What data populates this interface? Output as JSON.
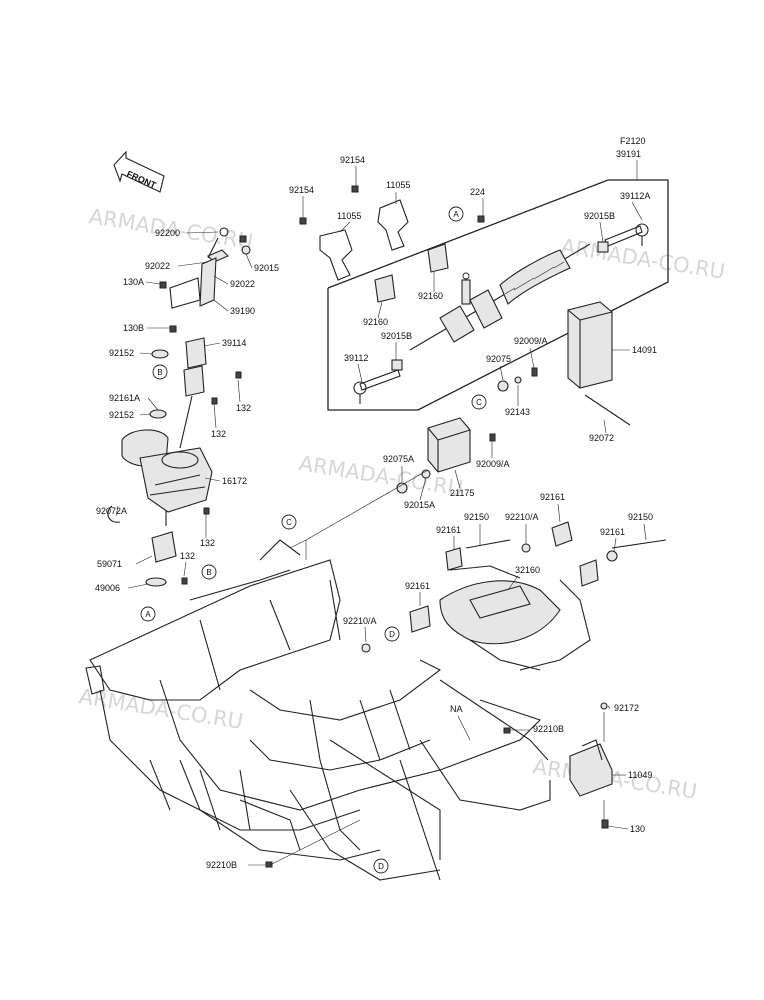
{
  "diagram": {
    "figure_code": "F2120",
    "watermark": "ARMADA-CO.RU",
    "front_label": "FRONT",
    "markers": [
      "A",
      "B",
      "C",
      "D"
    ],
    "part_labels": [
      "92154",
      "11055",
      "92154",
      "11055",
      "224",
      "39191",
      "39112A",
      "92015B",
      "92160",
      "92160",
      "92015B",
      "39112",
      "14091",
      "92009/A",
      "92075",
      "92143",
      "92072",
      "92200",
      "92022",
      "92015",
      "92022",
      "130A",
      "39190",
      "130B",
      "92152",
      "39114",
      "92161A",
      "92152",
      "132",
      "132",
      "16172",
      "92009/A",
      "92075A",
      "21175",
      "92015A",
      "92072A",
      "132",
      "59071",
      "132",
      "49006",
      "92161",
      "92150",
      "92210/A",
      "92161",
      "92150",
      "92161",
      "32160",
      "92161",
      "92210/A",
      "NA",
      "92172",
      "92210B",
      "11049",
      "130",
      "92210B"
    ]
  }
}
